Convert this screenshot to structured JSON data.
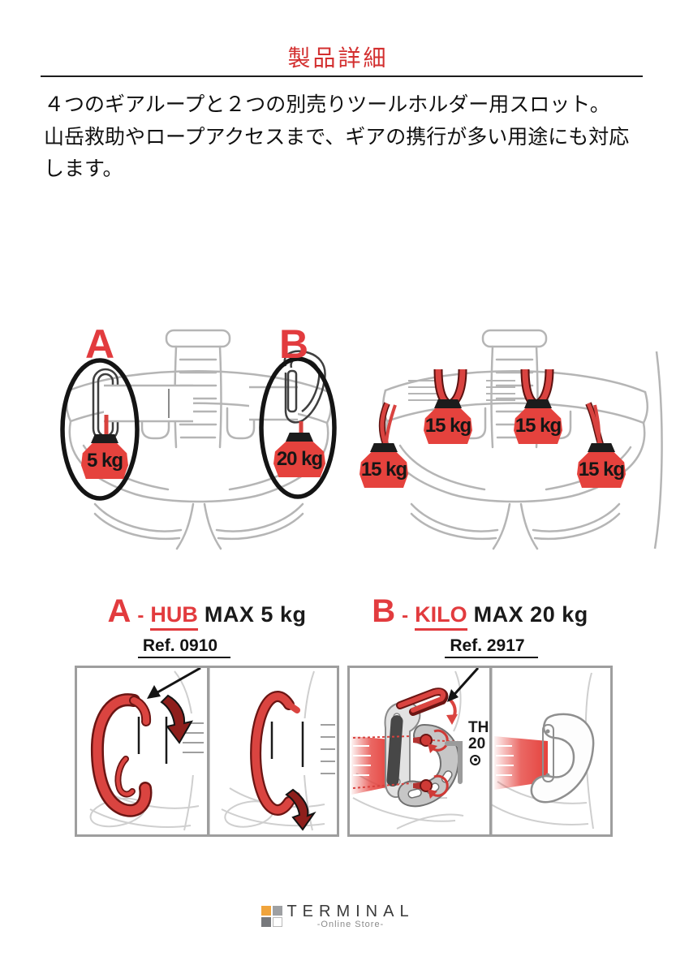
{
  "header": {
    "title": "製品詳細"
  },
  "description": {
    "sentence1": "４つのギアループと２つの別売りツールホルダー用スロット。",
    "sentence2": "山岳救助やロープアクセスまで、ギアの携行が多い用途にも対応します。"
  },
  "overview": {
    "label_a": "A",
    "label_b": "B",
    "weight_a": "5 kg",
    "weight_b": "20 kg",
    "gear_loop_weights": [
      "15 kg",
      "15 kg",
      "15 kg",
      "15 kg"
    ]
  },
  "hub_section": {
    "letter": "A",
    "separator": "-",
    "product_name": "HUB",
    "max_load": "MAX 5 kg",
    "reference": "Ref. 0910"
  },
  "kilo_section": {
    "letter": "B",
    "separator": "-",
    "product_name": "KILO",
    "max_load": "MAX 20 kg",
    "reference": "Ref. 2917",
    "tool_marking_line1": "TH",
    "tool_marking_line2": "20"
  },
  "footer": {
    "brand": "TERMINAL",
    "tagline": "-Online Store-"
  },
  "colors": {
    "accent_red": "#e23b3e",
    "title_red": "#d32f2f",
    "weight_red": "#e5423d",
    "illustration_gray": "#b5b5b5",
    "panel_border": "#9e9e9e",
    "text_black": "#101010",
    "logo_orange": "#f0a43c",
    "logo_gray": "#9ea0a3",
    "logo_dark_gray": "#77797c"
  }
}
